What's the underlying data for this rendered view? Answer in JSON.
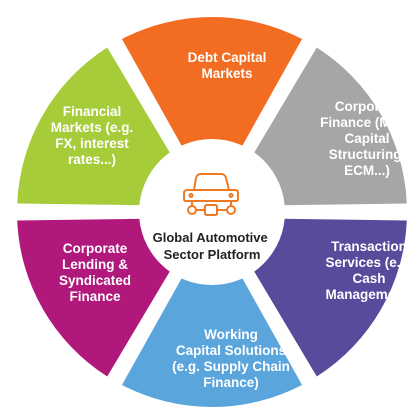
{
  "center": {
    "icon": "car-sensor-icon",
    "title_lines": [
      "Global Automotive",
      "Sector Platform"
    ],
    "icon_color": "#f07a22"
  },
  "segments": [
    {
      "name": "debt-capital-markets",
      "color": "#f26c21",
      "lines": [
        "Debt Capital",
        "Markets"
      ]
    },
    {
      "name": "corporate-finance",
      "color": "#a6a6a6",
      "lines": [
        "Corporate",
        "Finance (M&A,",
        "Capital",
        "Structuring,",
        "ECM...)"
      ]
    },
    {
      "name": "transaction-services",
      "color": "#5a4a9c",
      "lines": [
        "Transaction",
        "Services (e.g.",
        "Cash",
        "Management)"
      ]
    },
    {
      "name": "working-capital-solutions",
      "color": "#5aa5dc",
      "lines": [
        "Working",
        "Capital Solutions",
        "(e.g. Supply Chain",
        "Finance)"
      ]
    },
    {
      "name": "corporate-lending",
      "color": "#b0197b",
      "lines": [
        "Corporate",
        "Lending &",
        "Syndicated",
        "Finance"
      ]
    },
    {
      "name": "financial-markets",
      "color": "#a6cc3a",
      "lines": [
        "Financial",
        "Markets (e.g.",
        "FX, interest",
        "rates...)"
      ]
    }
  ]
}
